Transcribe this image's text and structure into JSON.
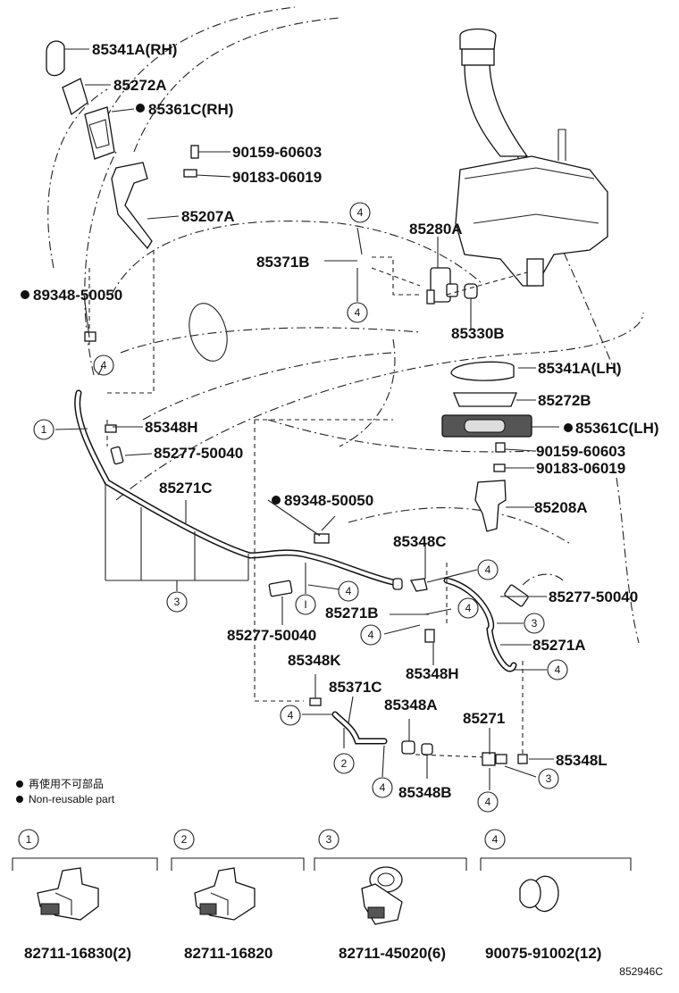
{
  "parts": {
    "p85341A_RH": "85341A(RH)",
    "p85272A": "85272A",
    "p85361C_RH": "85361C(RH)",
    "p90159_top": "90159-60603",
    "p90183_top": "90183-06019",
    "p85207A": "85207A",
    "p85280A": "85280A",
    "p85371B": "85371B",
    "p89348_left": "89348-50050",
    "p85330B": "85330B",
    "p85341A_LH": "85341A(LH)",
    "p85272B": "85272B",
    "p85361C_LH": "85361C(LH)",
    "p90159_mid": "90159-60603",
    "p90183_mid": "90183-06019",
    "p85348H_left": "85348H",
    "p85277_left": "85277-50040",
    "p85271C": "85271C",
    "p89348_mid": "89348-50050",
    "p85208A": "85208A",
    "p85348C": "85348C",
    "p85277_right": "85277-50040",
    "p85271B": "85271B",
    "p85277_bottom": "85277-50040",
    "p85271A": "85271A",
    "p85348K": "85348K",
    "p85348H_mid": "85348H",
    "p85371C": "85371C",
    "p85348A": "85348A",
    "p85271": "85271",
    "p85348L": "85348L",
    "p85348B": "85348B"
  },
  "callouts": {
    "c1": "1",
    "c2": "2",
    "c3": "3",
    "c4": "4",
    "c5": "I"
  },
  "legend": {
    "line1": "再使用不可部品",
    "line2": "Non-reusable part"
  },
  "clips": [
    {
      "num": "1",
      "code": "82711-16830(2)"
    },
    {
      "num": "2",
      "code": "82711-16820"
    },
    {
      "num": "3",
      "code": "82711-45020(6)"
    },
    {
      "num": "4",
      "code": "90075-91002(12)"
    }
  ],
  "figure_code": "852946C"
}
